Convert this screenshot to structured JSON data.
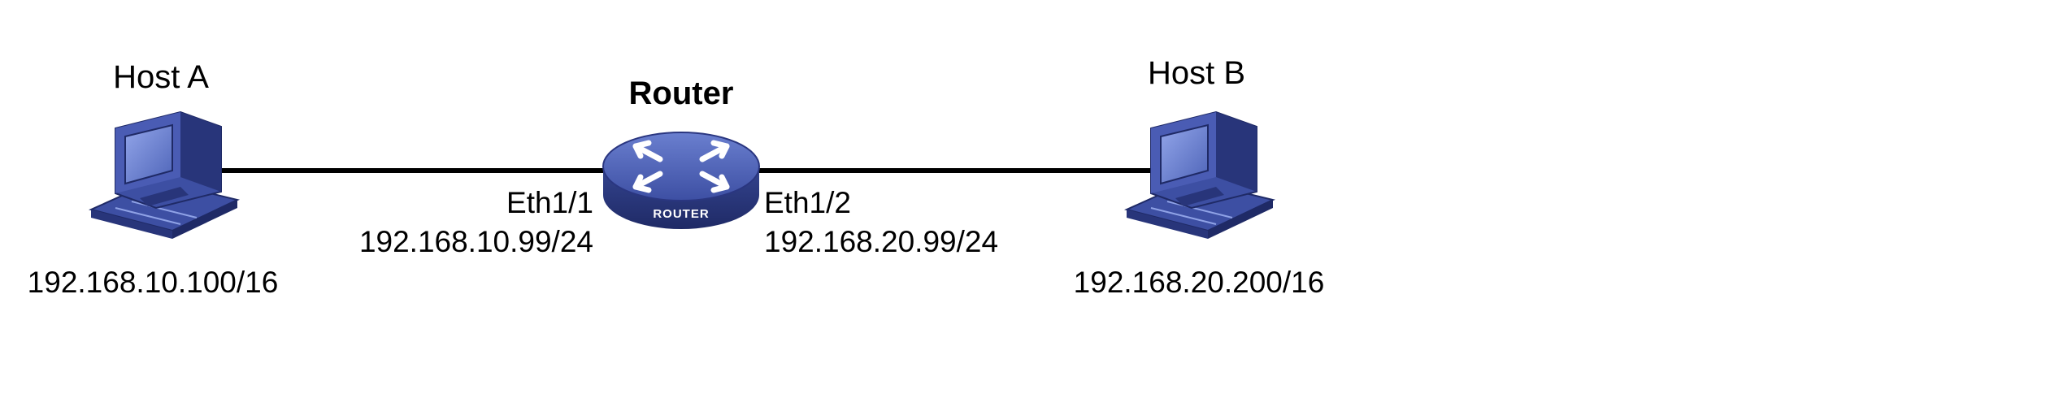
{
  "diagram": {
    "host_a": {
      "name": "Host A",
      "ip": "192.168.10.100/16",
      "icon": "desktop-computer-icon"
    },
    "router": {
      "name": "Router",
      "badge": "ROUTER",
      "icon": "router-icon",
      "interfaces": [
        {
          "name": "Eth1/1",
          "ip": "192.168.10.99/24"
        },
        {
          "name": "Eth1/2",
          "ip": "192.168.20.99/24"
        }
      ]
    },
    "host_b": {
      "name": "Host B",
      "ip": "192.168.20.200/16",
      "icon": "desktop-computer-icon"
    },
    "colors": {
      "device_blue": "#3d4fa3",
      "device_dark": "#28357a",
      "screen": "#6f86d6",
      "link": "#000000"
    }
  }
}
